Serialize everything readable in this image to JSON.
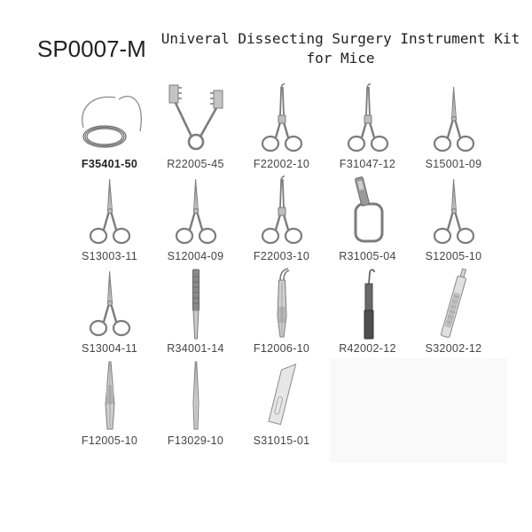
{
  "header": {
    "product_code": "SP0007-M",
    "title_line1": "Univeral Dissecting Surgery Instrument Kit",
    "title_line2": "for Mice"
  },
  "items": [
    {
      "code": "F35401-50",
      "icon": "wire-coil"
    },
    {
      "code": "R22005-45",
      "icon": "retractor"
    },
    {
      "code": "F22002-10",
      "icon": "hemostat"
    },
    {
      "code": "F31047-12",
      "icon": "hemostat"
    },
    {
      "code": "S15001-09",
      "icon": "scissors"
    },
    {
      "code": "S13003-11",
      "icon": "scissors"
    },
    {
      "code": "S12004-09",
      "icon": "scissors"
    },
    {
      "code": "F22003-10",
      "icon": "hemostat"
    },
    {
      "code": "R31005-04",
      "icon": "clamp"
    },
    {
      "code": "S12005-10",
      "icon": "scissors"
    },
    {
      "code": "S13004-11",
      "icon": "scissors"
    },
    {
      "code": "R34001-14",
      "icon": "flat-probe"
    },
    {
      "code": "F12006-10",
      "icon": "forceps-curved"
    },
    {
      "code": "R42002-12",
      "icon": "hook-probe"
    },
    {
      "code": "S32002-12",
      "icon": "scalpel-handle"
    },
    {
      "code": "F12005-10",
      "icon": "forceps"
    },
    {
      "code": "F13029-10",
      "icon": "forceps-thin"
    },
    {
      "code": "S31015-01",
      "icon": "scalpel-blade"
    }
  ]
}
